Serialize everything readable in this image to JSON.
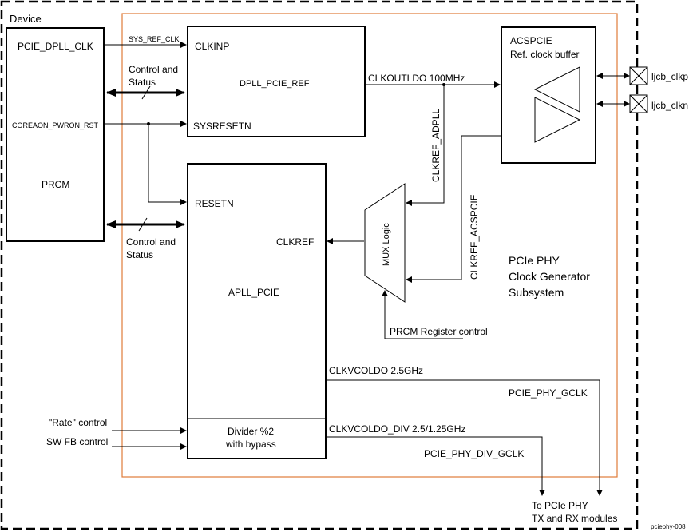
{
  "device": {
    "label": "Device"
  },
  "prcm": {
    "pcie_dpll_clk": "PCIE_DPLL_CLK",
    "coreaon_rst": "COREAON_PWRON_RST",
    "name": "PRCM"
  },
  "dpll": {
    "clkinp": "CLKINP",
    "name": "DPLL_PCIE_REF",
    "sysresetn": "SYSRESETN",
    "sys_ref_clk": "SYS_REF_CLK",
    "clkoutldo": "CLKOUTLDO 100MHz"
  },
  "control_status_top": {
    "line1": "Control and",
    "line2": "Status"
  },
  "control_status_bottom": {
    "line1": "Control and",
    "line2": "Status"
  },
  "apll": {
    "resetn": "RESETN",
    "clkref": "CLKREF",
    "name": "APLL_PCIE",
    "divider_line1": "Divider %2",
    "divider_line2": "with bypass",
    "clkvcoldo": "CLKVCOLDO 2.5GHz",
    "clkvcoldo_div": "CLKVCOLDO_DIV 2.5/1.25GHz"
  },
  "acspcie": {
    "name": "ACSPCIE",
    "subtitle": "Ref. clock buffer",
    "clkp": "ljcb_clkp",
    "clkn": "ljcb_clkn"
  },
  "mux": {
    "label": "MUX Logic",
    "clkref_adpll": "CLKREF_ADPLL",
    "clkref_acspcie": "CLKREF_ACSPCIE",
    "register_control": "PRCM Register control"
  },
  "subsystem": {
    "line1": "PCIe PHY",
    "line2": "Clock Generator",
    "line3": "Subsystem"
  },
  "inputs": {
    "rate": "\"Rate\" control",
    "swfb": "SW FB control"
  },
  "outputs": {
    "gclk": "PCIE_PHY_GCLK",
    "div_gclk": "PCIE_PHY_DIV_GCLK",
    "to_line1": "To PCIe PHY",
    "to_line2": "TX and RX modules"
  },
  "figure_id": "pciephy-008",
  "colors": {
    "subsystem_border": "#e07b39",
    "line": "#000000"
  }
}
